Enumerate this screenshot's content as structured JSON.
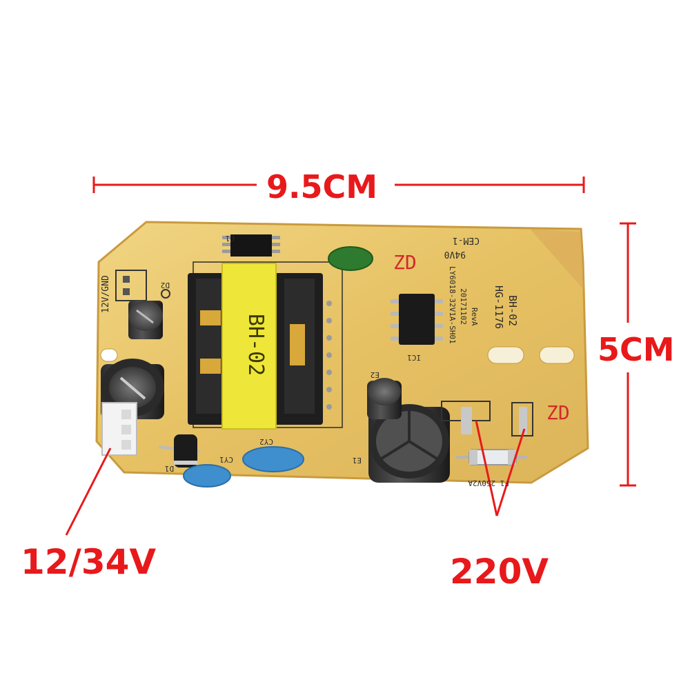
{
  "dimensions": {
    "width": "9.5CM",
    "height": "5CM"
  },
  "callouts": {
    "low_voltage": "12/34V",
    "mains": "220V"
  },
  "board_markings": {
    "connector": "12V/GND",
    "cem": "CEM-1",
    "flame": "94V0",
    "zd_top": "ZD",
    "zd_bottom": "ZD",
    "model": "LY6018-32V1A-SH01",
    "date": "20171102",
    "rev": "RevA",
    "hg": "HG-1176",
    "bh": "BH-02",
    "ic": "IC1",
    "transformer": "BH-02",
    "fuse": "F1 250V2A",
    "c1": "C1",
    "e1": "E1",
    "e2": "E2",
    "d1": "D1",
    "d2": "D2",
    "cy1": "CY1",
    "cy2": "CY2"
  },
  "colors": {
    "annotation_red": "#e8191b",
    "board_yellow": "#e8c56a",
    "board_edge": "#c99a3e",
    "component_black": "#1c1c1c",
    "transformer_yellow": "#efe63a",
    "y_cap_blue": "#3f8fcf",
    "x_cap_green": "#2e7a2e"
  }
}
